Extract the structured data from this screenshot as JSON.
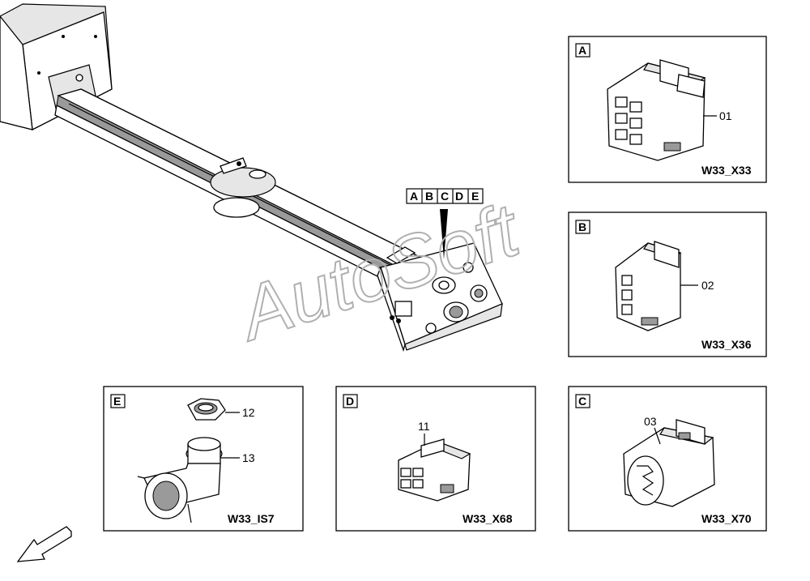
{
  "watermark": "AutoSoft",
  "callout_letters": [
    "A",
    "B",
    "C",
    "D",
    "E"
  ],
  "panels": {
    "A": {
      "letter": "A",
      "part_number": "01",
      "code": "W33_X33"
    },
    "B": {
      "letter": "B",
      "part_number": "02",
      "code": "W33_X36"
    },
    "C": {
      "letter": "C",
      "part_number": "03",
      "code": "W33_X70"
    },
    "D": {
      "letter": "D",
      "part_number": "11",
      "code": "W33_X68"
    },
    "E": {
      "letter": "E",
      "part_numbers": [
        "12",
        "13"
      ],
      "code": "W33_IS7"
    }
  },
  "icons": {
    "direction_arrow": "direction-arrow-icon"
  },
  "colors": {
    "line": "#000000",
    "background": "#ffffff",
    "watermark_outline": "#b0b0b0"
  }
}
